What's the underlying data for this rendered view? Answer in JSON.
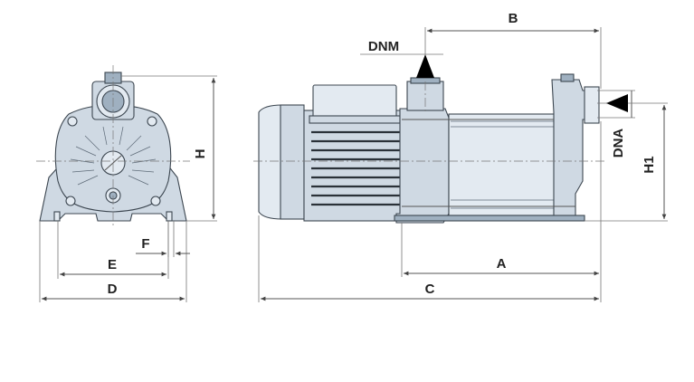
{
  "labels": {
    "B": "B",
    "DNM": "DNM",
    "DNA": "DNA",
    "H": "H",
    "H1": "H1",
    "F": "F",
    "E": "E",
    "D": "D",
    "A": "A",
    "C": "C"
  },
  "colors": {
    "pump_body": "#cfd9e3",
    "pump_shade": "#9fb0c0",
    "outline": "#3c4650",
    "dimension_line": "#555555",
    "arrow": "#000000"
  }
}
